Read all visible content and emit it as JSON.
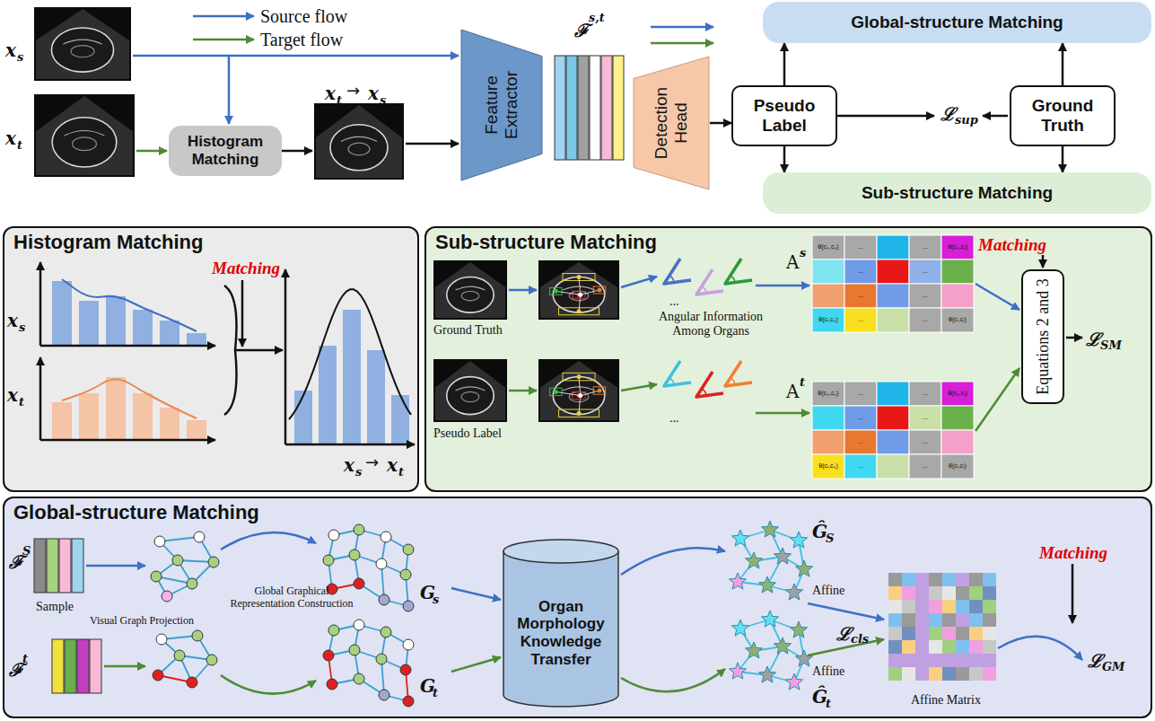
{
  "diagram": {
    "nodes": [
      {
        "text": [
          "Histogram Matching"
        ]
      },
      {
        "text": [
          "Feature Extractor"
        ]
      },
      {
        "text": [
          "Detection Head"
        ]
      },
      {
        "text": [
          "Global-structure Matching"
        ]
      },
      {
        "text": [
          "Pseudo Label"
        ]
      },
      {
        "text": [
          "Ground Truth"
        ]
      },
      {
        "text": [
          "Sub-structure Matching"
        ]
      },
      {
        "text": [
          "Histogram Matching"
        ]
      },
      {
        "text": [
          "Sub-structure Matching"
        ]
      },
      {
        "text": [
          "Equations 2 and 3"
        ],
        "in": 8
      },
      {
        "text": [
          "Global-structure Matching"
        ]
      },
      {
        "text": [
          "Organ Morphology Knowledge Transfer"
        ],
        "in": 10
      }
    ],
    "edges": [
      {
        "from": 2,
        "to": 4,
        "arrow": "to"
      },
      {
        "from": 4,
        "to": 3,
        "arrow": "to"
      },
      {
        "from": 5,
        "to": 3,
        "arrow": "to"
      },
      {
        "from": 4,
        "to": 6,
        "arrow": "to"
      },
      {
        "from": 5,
        "to": 6,
        "arrow": "to"
      }
    ],
    "labels": [
      "x",
      "s",
      "x",
      "t",
      "x",
      "t",
      "→",
      "x",
      "s",
      "ℱ",
      "s,t",
      "ℒ",
      "sup",
      "x",
      "s",
      "x",
      "t",
      "Matching",
      "x",
      "s",
      "→",
      "x",
      "t",
      "Ground Truth",
      "Pseudo Label",
      "Angular Information Among Organs",
      "...",
      "...",
      "A",
      "s",
      "A",
      "t",
      "Matching",
      "θ(c₀,c₀)",
      "...",
      "...",
      "θ(c₀,cⱼ)",
      "...",
      "...",
      "...",
      "...",
      "θ(cᵢ,c₀)",
      "...",
      "...",
      "θ(cᵢ,cⱼ)",
      "θ(c₀,c₀)",
      "...",
      "...",
      "θ(c₀,cⱼ)",
      "...",
      "...",
      "...",
      "...",
      "θ(cᵢ,c₀)",
      "...",
      "...",
      "θ(cᵢ,cⱼ)",
      "ℒ",
      "SM",
      "ℱ",
      "S",
      "ℱ",
      "t",
      "Sample",
      "Visual Graph Projection",
      "Global Graphical Representation Construction",
      "G",
      "s",
      "G",
      "t",
      "Ĝ",
      "S",
      "Ĝ",
      "t",
      "Affine",
      "Affine",
      "ℒ",
      "cls",
      "Matching",
      "Affine Matrix",
      "ℒ",
      "GM"
    ],
    "legend": [
      {
        "text": "Source flow"
      },
      {
        "text": "Target flow"
      }
    ]
  }
}
